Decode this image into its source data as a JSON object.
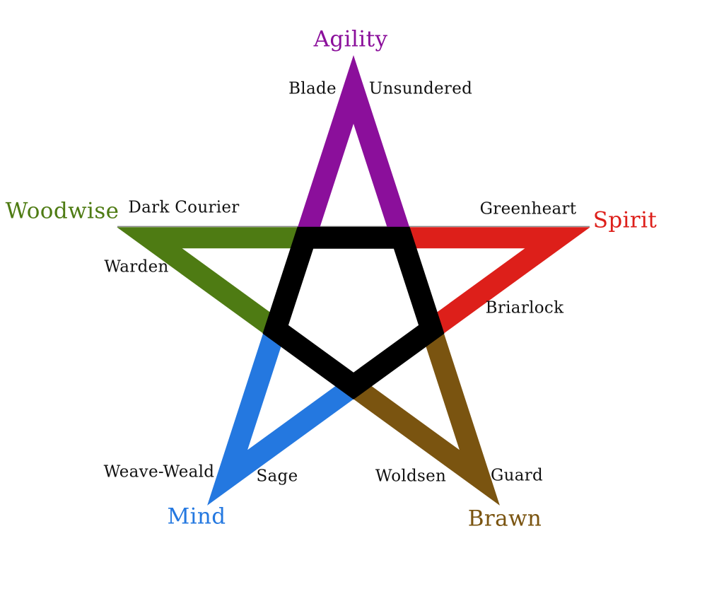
{
  "figure": {
    "type": "pentagram-attribute-diagram",
    "background": "#ffffff",
    "pentagon_color": "#000000",
    "edge_line_color": "#888888",
    "text_color": "#111111",
    "points": [
      {
        "label": "Agility",
        "color": "#8B0F9B",
        "sublabels": [
          "Blade",
          "Unsundered"
        ]
      },
      {
        "label": "Spirit",
        "color": "#DD1F1A",
        "sublabels": [
          "Greenheart",
          "Briarlock"
        ]
      },
      {
        "label": "Woodwise",
        "color": "#4E7B13",
        "sublabels": [
          "Dark Courier",
          "Warden"
        ]
      },
      {
        "label": "Mind",
        "color": "#2478E0",
        "sublabels": [
          "Weave-Weald",
          "Sage"
        ]
      },
      {
        "label": "Brawn",
        "color": "#7A5410",
        "sublabels": [
          "Woldsen",
          "Guard"
        ]
      }
    ]
  }
}
